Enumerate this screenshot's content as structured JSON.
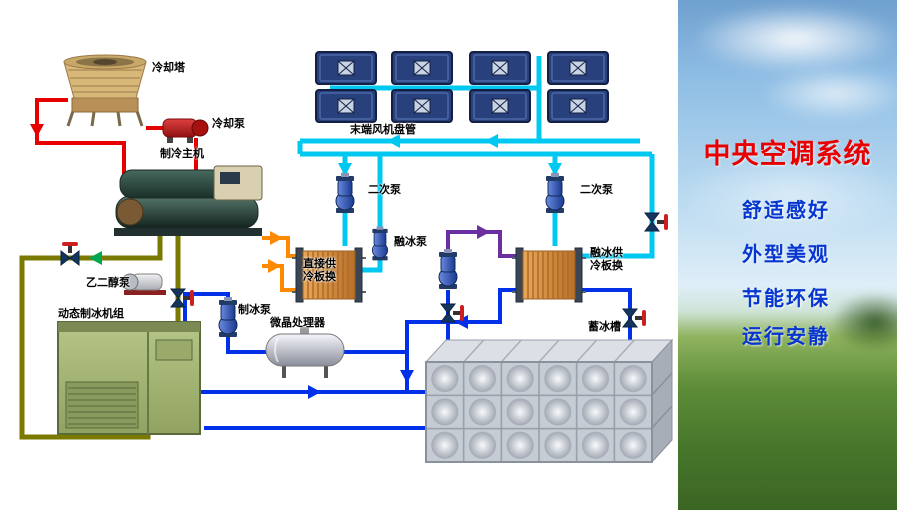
{
  "side_panel": {
    "title": "中央空调系统",
    "features": [
      "舒适感好",
      "外型美观",
      "节能环保",
      "运行安静"
    ],
    "title_color": "#e80000",
    "feature_color": "#0635cf"
  },
  "diagram": {
    "labels": {
      "cooling_tower": "冷却塔",
      "cooling_pump": "冷却泵",
      "chiller": "制冷主机",
      "fan_coils": "末端风机盘管",
      "secondary_pump_1": "二次泵",
      "secondary_pump_2": "二次泵",
      "melt_pump": "融冰泵",
      "direct_hx": "直接供\n冷板换",
      "melt_hx": "融冰供\n冷板换",
      "glycol_pump": "乙二醇泵",
      "ice_pump": "制冰泵",
      "ice_machine": "动态制冰机组",
      "processor": "微晶处理器",
      "ice_tank": "蓄冰槽"
    },
    "pipe_colors": {
      "cooling_water": "#e60000",
      "chilled_water": "#00c8f0",
      "ice_water": "#0030e8",
      "glycol": "#7a7a00",
      "direct_supply": "#ff8a00",
      "melt_supply": "#6a2fa0",
      "flow_arrow_green": "#00a550"
    }
  }
}
